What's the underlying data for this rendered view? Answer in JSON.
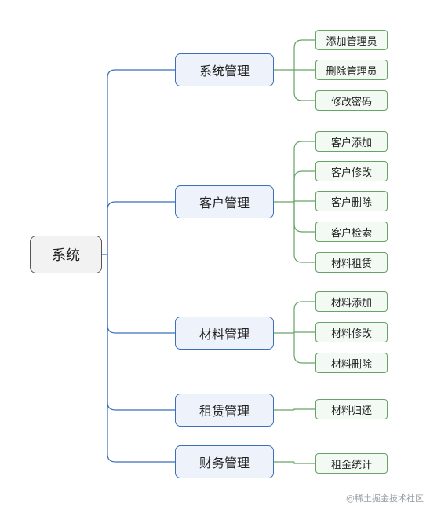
{
  "root": {
    "label": "系统"
  },
  "branches": [
    {
      "label": "系统管理",
      "children": [
        "添加管理员",
        "删除管理员",
        "修改密码"
      ]
    },
    {
      "label": "客户管理",
      "children": [
        "客户添加",
        "客户修改",
        "客户删除",
        "客户检索",
        "材料租赁"
      ]
    },
    {
      "label": "材料管理",
      "children": [
        "材料添加",
        "材料修改",
        "材料删除"
      ]
    },
    {
      "label": "租赁管理",
      "children": [
        "材料归还"
      ]
    },
    {
      "label": "财务管理",
      "children": [
        "租金统计"
      ]
    }
  ],
  "watermark": "@稀土掘金技术社区",
  "colors": {
    "root_border": "#555555",
    "branch_line": "#3b6fb6",
    "leaf_line": "#66a366"
  }
}
